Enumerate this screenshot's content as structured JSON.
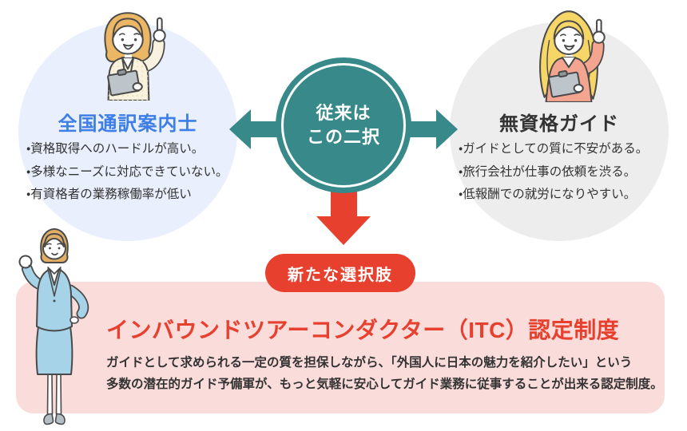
{
  "colors": {
    "teal": "#37898A",
    "red": "#E8402F",
    "panel_pink": "#FADCDB",
    "left_circle": "#E9EFFC",
    "right_circle": "#EDEDED",
    "blue_title": "#3D7EE8",
    "text_dark": "#333333"
  },
  "center": {
    "line1": "従来は",
    "line2": "この二択"
  },
  "left_option": {
    "title": "全国通訳案内士",
    "points": [
      "・資格取得へのハードルが高い。",
      "・多様なニーズに対応できていない。",
      "・有資格者の業務稼働率が低い"
    ]
  },
  "right_option": {
    "title": "無資格ガイド",
    "points": [
      "・ガイドとしての質に不安がある。",
      "・旅行会社が仕事の依頼を渋る。",
      "・低報酬での就労になりやすい。"
    ]
  },
  "new_option": {
    "badge": "新たな選択肢",
    "title": "インバウンドツアーコンダクター（ITC）認定制度",
    "description_lines": [
      "ガイドとして求められる一定の質を担保しながら、「外国人に日本の魅力を紹介したい」という",
      "多数の潜在的ガイド予備軍が、もっと気軽に安心してガイド業務に従事することが出来る認定制度。"
    ]
  },
  "illustrations": {
    "left": "woman-licensed-guide",
    "right": "woman-unlicensed-guide",
    "bottom": "woman-itc-conductor"
  }
}
